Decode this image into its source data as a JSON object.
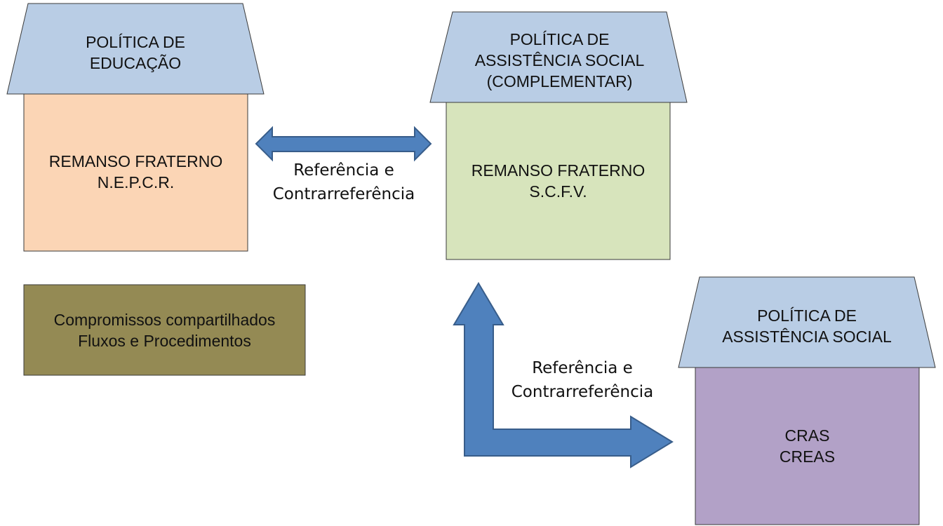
{
  "houses": {
    "education": {
      "roof_lines": [
        "POLÍTICA DE",
        "EDUCAÇÃO"
      ],
      "body_lines": [
        "REMANSO FRATERNO",
        "N.E.P.C.R."
      ],
      "body_color": "#fbd5b5"
    },
    "social_complementar": {
      "roof_lines": [
        "POLÍTICA DE",
        "ASSISTÊNCIA SOCIAL",
        "(COMPLEMENTAR)"
      ],
      "body_lines": [
        "REMANSO FRATERNO",
        "S.C.F.V."
      ],
      "body_color": "#d7e4bc"
    },
    "social": {
      "roof_lines": [
        "POLÍTICA DE",
        "ASSISTÊNCIA SOCIAL"
      ],
      "body_lines": [
        "CRAS",
        "CREAS"
      ],
      "body_color": "#b2a1c7"
    },
    "roof_color": "#b9cde5"
  },
  "compromissos": {
    "lines": [
      "Compromissos compartilhados",
      "Fluxos e Procedimentos"
    ],
    "color": "#948a54"
  },
  "arrows": {
    "color": "#4f81bd",
    "horizontal_label": [
      "Referência e",
      "Contrarreferência"
    ],
    "elbow_label": [
      "Referência e",
      "Contrarreferência"
    ]
  }
}
